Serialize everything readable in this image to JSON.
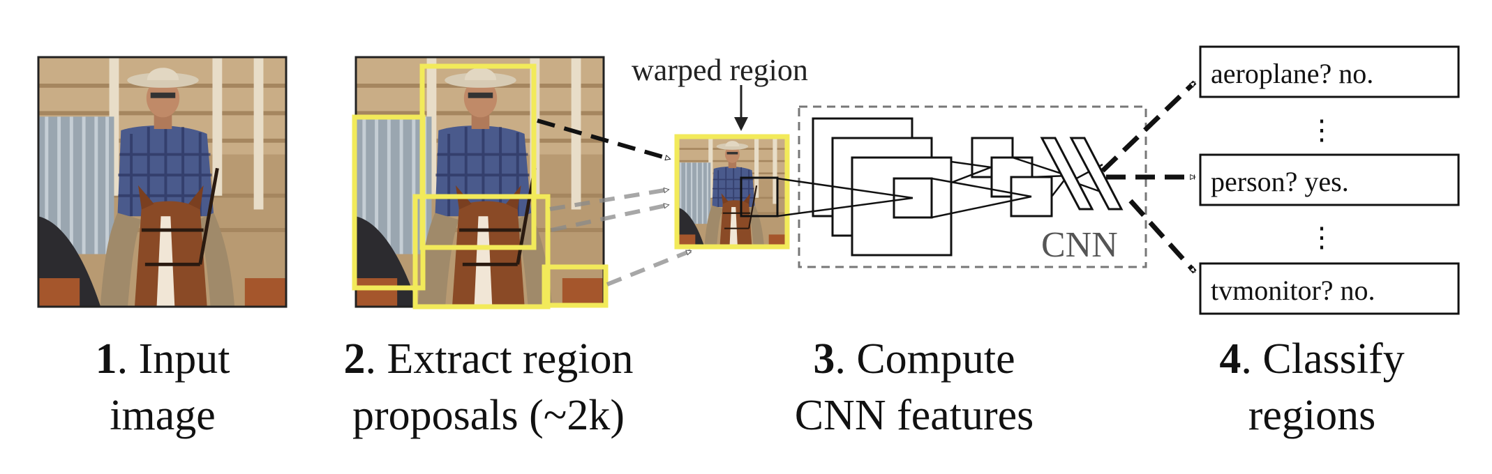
{
  "stages": [
    {
      "number": "1",
      "line1_rest": ". Input",
      "line2": "image"
    },
    {
      "number": "2",
      "line1_rest": ". Extract region",
      "line2": "proposals (~2k)"
    },
    {
      "number": "3",
      "line1_rest": ". Compute",
      "line2": "CNN features"
    },
    {
      "number": "4",
      "line1_rest": ". Classify",
      "line2": "regions"
    }
  ],
  "warped_label": "warped region",
  "cnn_label": "CNN",
  "classes": [
    {
      "text": "aeroplane? no."
    },
    {
      "text": "person? yes."
    },
    {
      "text": "tvmonitor? no."
    }
  ],
  "ellipsis": "⋮",
  "colors": {
    "proposal_box": "#f2ea5a",
    "arrow_dark": "#111111",
    "arrow_gray": "#8a8a8a",
    "cnn_dash": "#777777"
  },
  "icons": {
    "input_image": "cowboy-on-horse-photo",
    "proposal_image": "cowboy-on-horse-photo",
    "warped_image": "cowboy-on-horse-photo"
  }
}
